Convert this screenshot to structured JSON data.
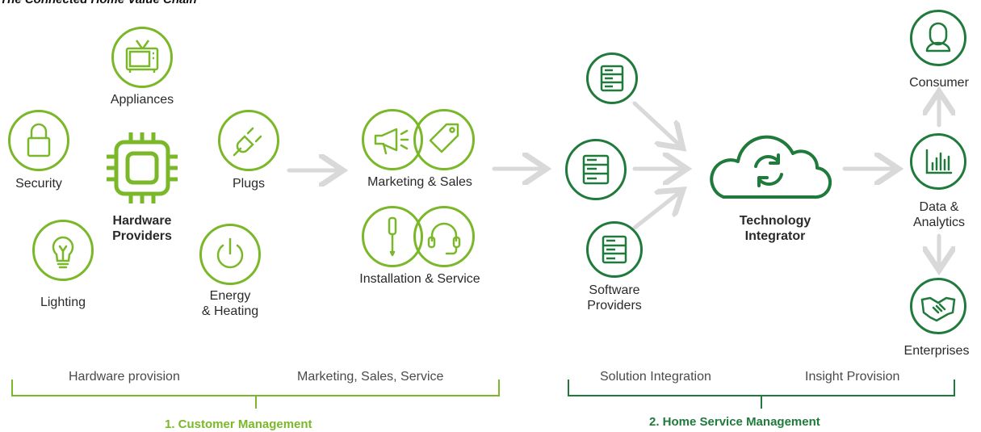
{
  "title": "The Connected Home Value Chain",
  "colors": {
    "light_green": "#7ab829",
    "dark_green": "#1f7a3c",
    "arrow_gray": "#d9d9d9",
    "text": "#2a2a2a"
  },
  "hardware": {
    "appliances": "Appliances",
    "security": "Security",
    "plugs": "Plugs",
    "lighting": "Lighting",
    "energy": "Energy\n& Heating",
    "providers": "Hardware\nProviders"
  },
  "services": {
    "marketing": "Marketing & Sales",
    "installation": "Installation & Service"
  },
  "software": {
    "providers": "Software\nProviders"
  },
  "integrator": {
    "label": "Technology\nIntegrator"
  },
  "outputs": {
    "consumer": "Consumer",
    "data": "Data &\nAnalytics",
    "enterprises": "Enterprises"
  },
  "brackets": {
    "hardware_provision": "Hardware provision",
    "marketing_sales_service": "Marketing, Sales, Service",
    "solution_integration": "Solution Integration",
    "insight_provision": "Insight Provision",
    "customer_management": "1. Customer Management",
    "home_service_management": "2. Home Service Management"
  },
  "icons": [
    "tv-icon",
    "lock-icon",
    "chip-icon",
    "plug-icon",
    "lightbulb-icon",
    "power-icon",
    "megaphone-icon",
    "price-tag-icon",
    "screwdriver-icon",
    "headset-icon",
    "server-icon",
    "cloud-sync-icon",
    "person-icon",
    "bar-chart-icon",
    "handshake-icon"
  ]
}
